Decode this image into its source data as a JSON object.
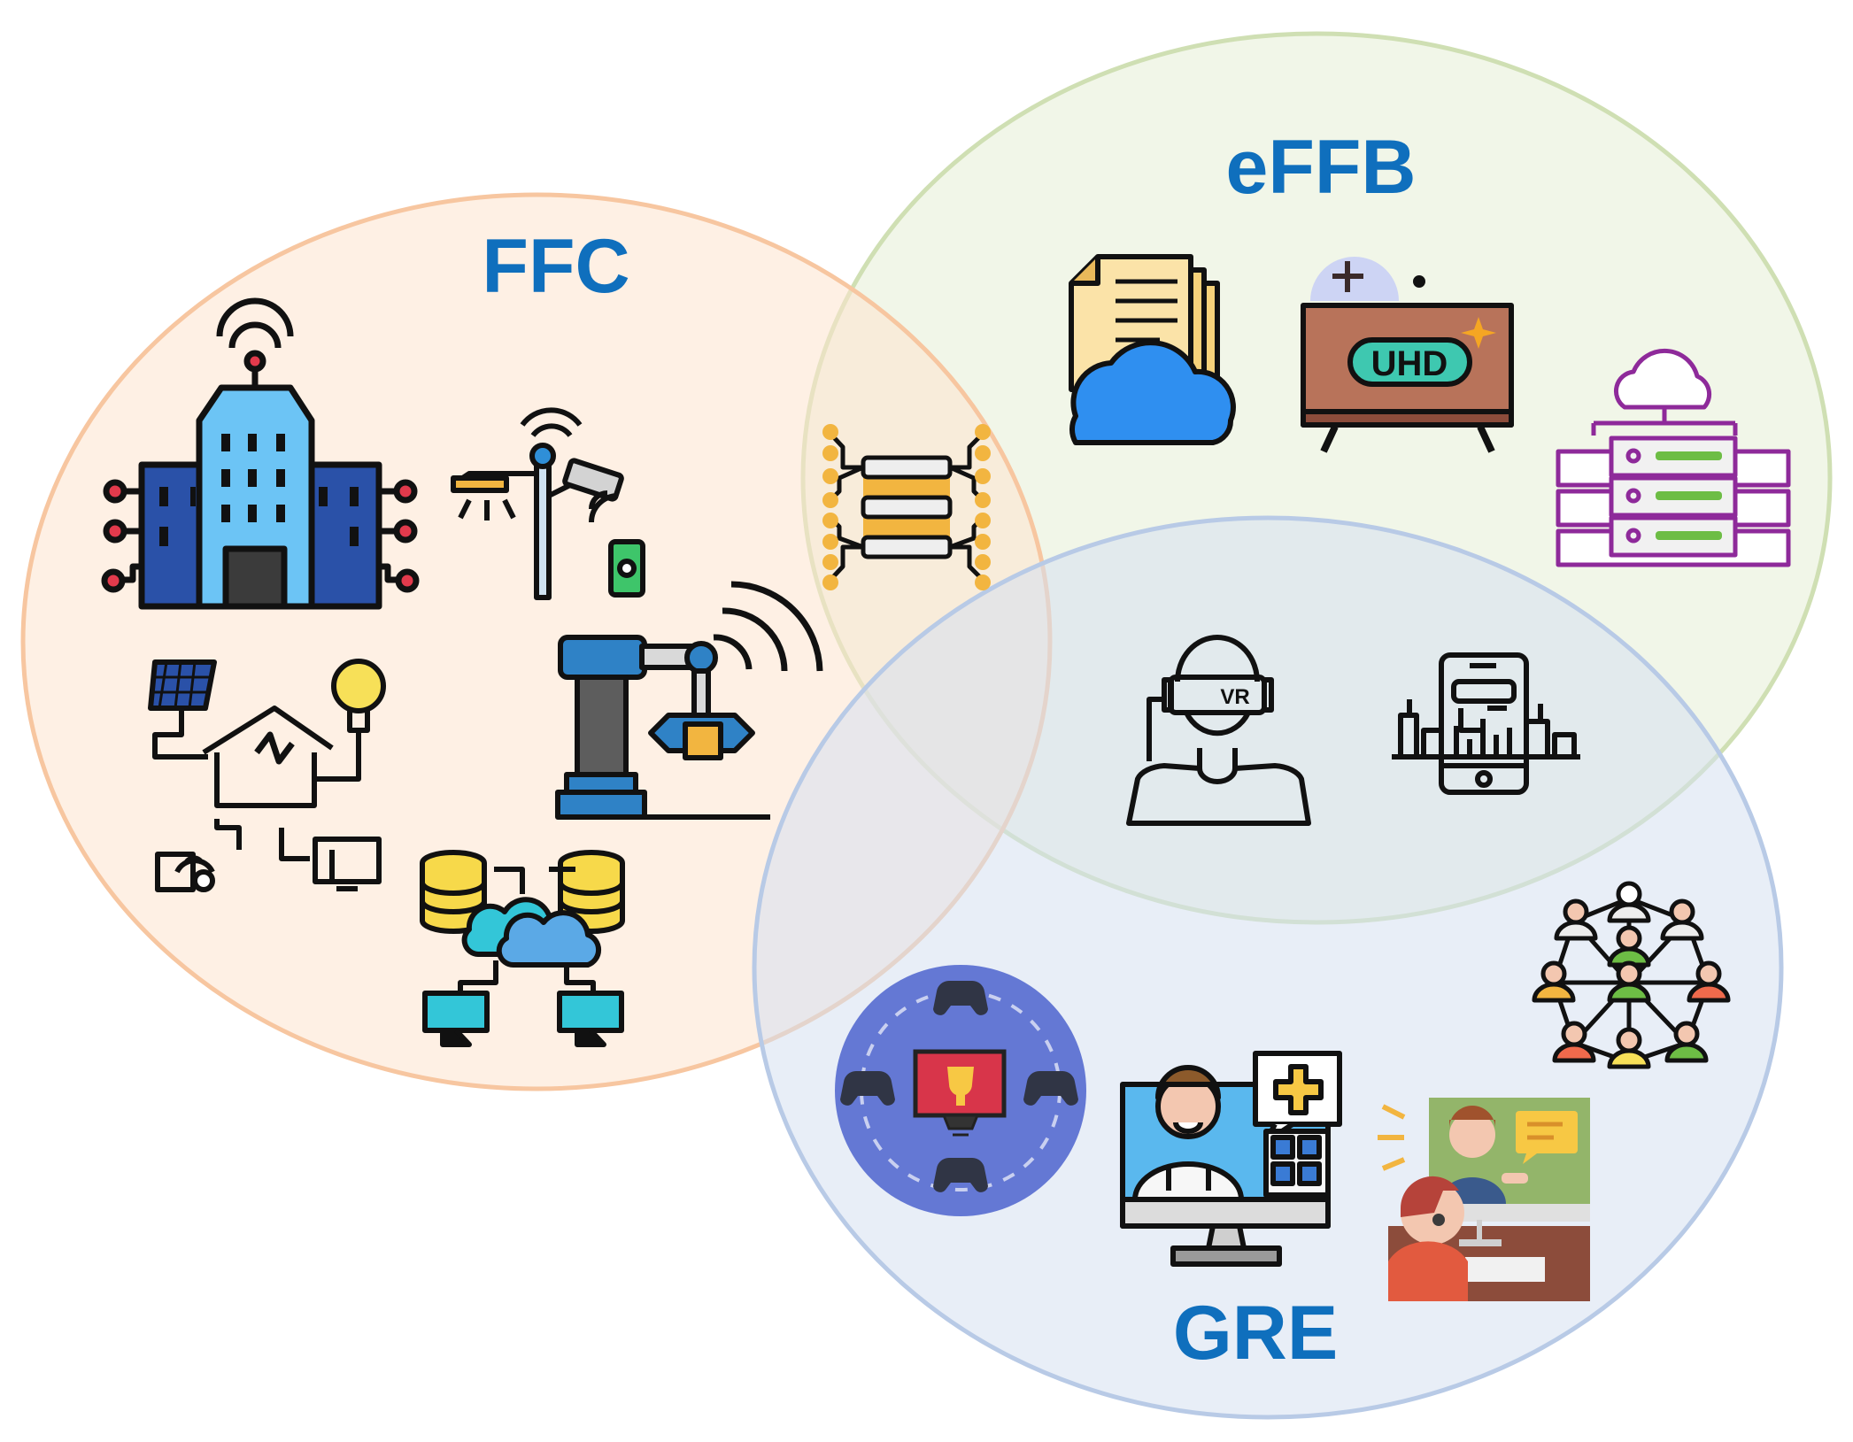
{
  "sets": {
    "ffc": {
      "label": "FFC",
      "fill": "#fde3cd",
      "stroke": "#f7c6a0"
    },
    "effb": {
      "label": "eFFB",
      "fill": "#e6eed5",
      "stroke": "#cfdfb3"
    },
    "gre": {
      "label": "GRE",
      "fill": "#d6e0f0",
      "stroke": "#b8cae6"
    }
  },
  "label_color": "#0f6fbd",
  "icons": {
    "ffc": [
      "smart-building-icon",
      "smart-streetlight-icon",
      "smart-home-energy-icon",
      "robotic-arm-icon",
      "cloud-database-network-icon"
    ],
    "ffc_effb": [
      "server-network-icon"
    ],
    "effb": [
      "cloud-documents-icon",
      "uhd-tv-icon",
      "cloud-server-rack-icon"
    ],
    "effb_gre": [
      "vr-headset-user-icon",
      "smartphone-city-icon"
    ],
    "gre": [
      "social-network-people-icon",
      "cloud-gaming-icon",
      "telemedicine-doctor-icon",
      "video-meeting-icon"
    ]
  },
  "uhd_text": "UHD",
  "vr_text": "VR"
}
